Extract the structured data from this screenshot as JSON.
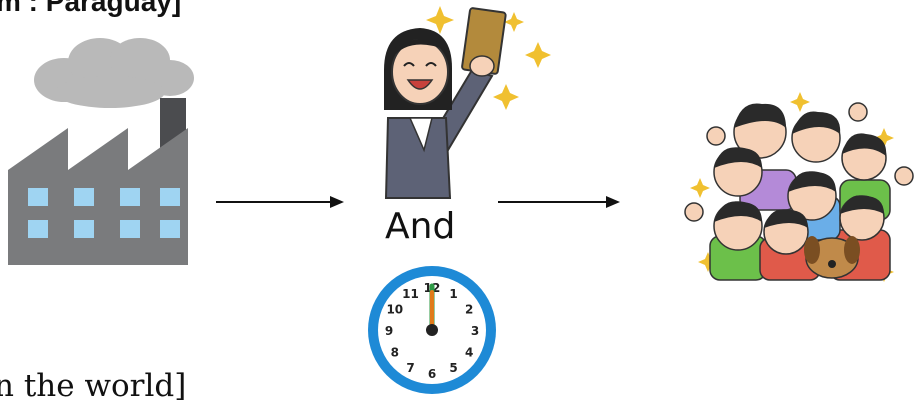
{
  "captions": {
    "top": "m : Paraguay]",
    "bottom": "n the world]"
  },
  "connector": {
    "label": "And"
  },
  "clock": {
    "numbers": [
      "12",
      "1",
      "2",
      "3",
      "4",
      "5",
      "6",
      "7",
      "8",
      "9",
      "10",
      "11"
    ],
    "time_shown": "12:00"
  },
  "illustrations": [
    {
      "name": "factory-icon"
    },
    {
      "name": "businesswoman-holding-envelope-icon"
    },
    {
      "name": "clock-icon"
    },
    {
      "name": "cheering-children-group-icon"
    }
  ],
  "colors": {
    "factory_body": "#7a7b7d",
    "factory_windows": "#9fd4f2",
    "smoke": "#b9b9b9",
    "clock_rim": "#1e8ad6",
    "sparkle": "#f0c030",
    "suit": "#5d6276",
    "envelope": "#b38a3c"
  }
}
